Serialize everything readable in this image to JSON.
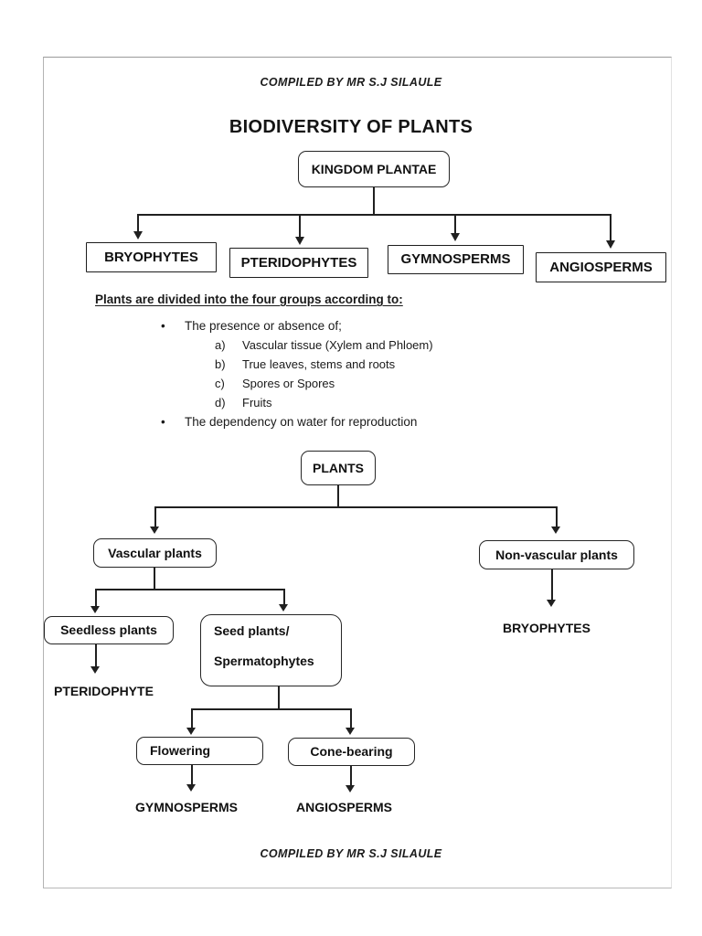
{
  "document": {
    "credit_top": "COMPILED BY MR S.J SILAULE",
    "credit_bottom": "COMPILED BY MR S.J SILAULE",
    "title": "BIODIVERSITY OF PLANTS"
  },
  "diagram_one": {
    "root": "KINGDOM PLANTAE",
    "groups": [
      {
        "label": "BRYOPHYTES"
      },
      {
        "label": "PTERIDOPHYTES"
      },
      {
        "label": "GYMNOSPERMS"
      },
      {
        "label": "ANGIOSPERMS"
      }
    ]
  },
  "criteria": {
    "heading": "Plants are divided into the four groups according to:",
    "bullet_one": "The presence or absence of;",
    "sub_items": [
      {
        "marker": "a)",
        "text": "Vascular tissue (Xylem and Phloem)"
      },
      {
        "marker": "b)",
        "text": "True leaves, stems and roots"
      },
      {
        "marker": "c)",
        "text": "Spores or Spores"
      },
      {
        "marker": "d)",
        "text": "Fruits"
      }
    ],
    "bullet_two": "The dependency on water for reproduction",
    "bullet_glyph": "•"
  },
  "diagram_two": {
    "root": "PLANTS",
    "vascular": "Vascular plants",
    "non_vascular": "Non-vascular plants",
    "non_vascular_result": "BRYOPHYTES",
    "seedless": "Seedless plants",
    "seedless_result": "PTERIDOPHYTE",
    "seed_line_one": "Seed plants/",
    "seed_line_two": "Spermatophytes",
    "flowering": "Flowering",
    "flowering_result": "GYMNOSPERMS",
    "cone_bearing": "Cone-bearing",
    "cone_bearing_result": "ANGIOSPERMS"
  },
  "colors": {
    "ink": "#111111",
    "line": "#202020",
    "page_border": "#9a9a9a",
    "paper": "#ffffff"
  }
}
